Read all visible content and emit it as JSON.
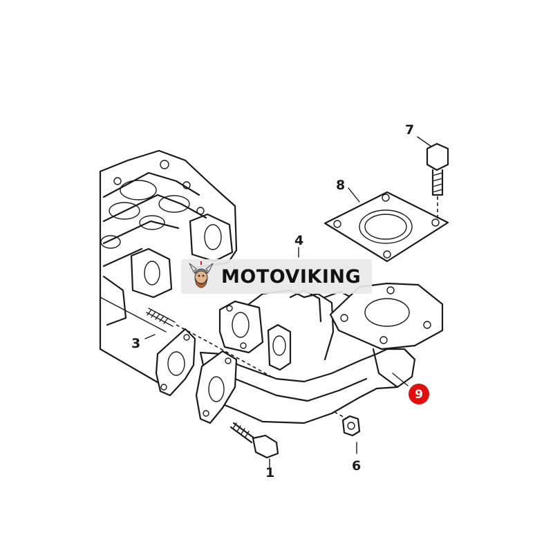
{
  "brand": {
    "name": "MOTOVIKING",
    "logo_icon": "viking-mascot-logo",
    "color_text": "#111111",
    "color_bg": "#e8e8e8"
  },
  "diagram": {
    "subject": "exhaust manifold assembly",
    "callouts": [
      {
        "id": "c1",
        "label": "1"
      },
      {
        "id": "c3",
        "label": "3"
      },
      {
        "id": "c4",
        "label": "4"
      },
      {
        "id": "c6",
        "label": "6"
      },
      {
        "id": "c7",
        "label": "7"
      },
      {
        "id": "c8",
        "label": "8"
      },
      {
        "id": "c9",
        "label": "9",
        "highlight": true
      }
    ],
    "highlight_color": "#e01010",
    "line_color": "#1a1a1a"
  }
}
